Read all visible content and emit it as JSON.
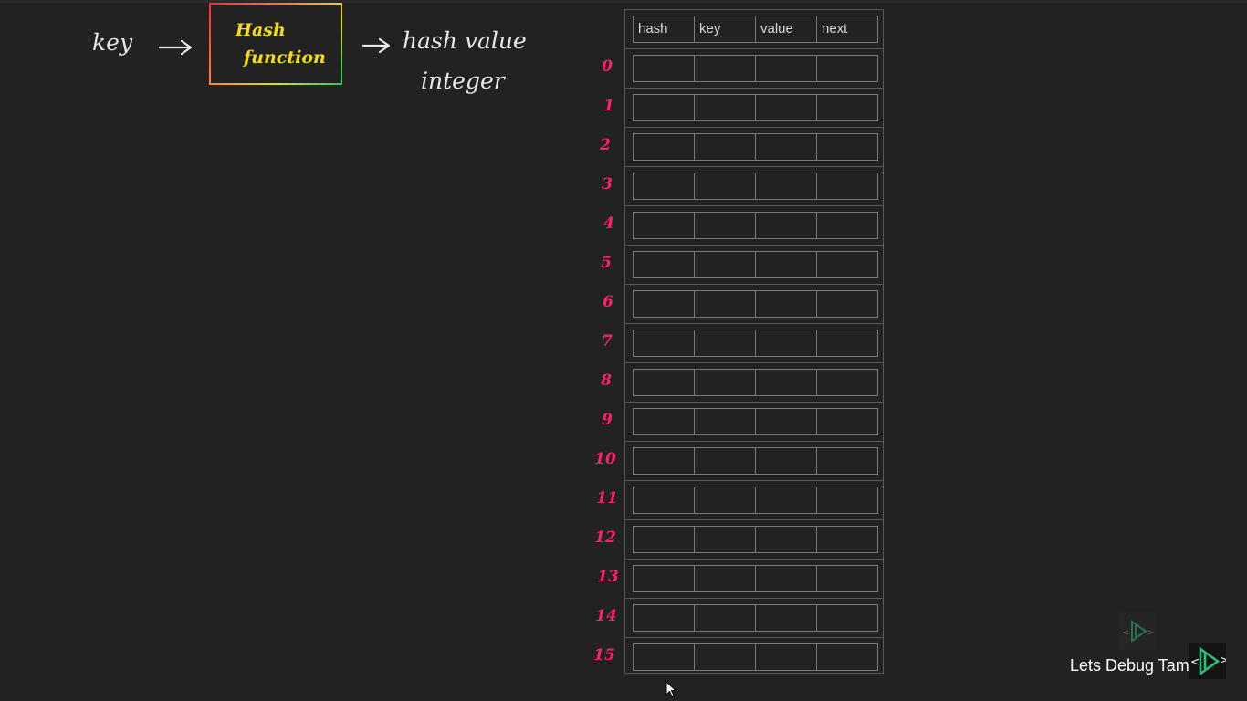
{
  "diagram": {
    "input_label": "key",
    "function_box": {
      "line1": "Hash",
      "line2": "function"
    },
    "output_line1": "hash value",
    "output_line2": "integer"
  },
  "table": {
    "columns": [
      "hash",
      "key",
      "value",
      "next"
    ],
    "indices": [
      "0",
      "1",
      "2",
      "3",
      "4",
      "5",
      "6",
      "7",
      "8",
      "9",
      "10",
      "11",
      "12",
      "13",
      "14",
      "15"
    ]
  },
  "watermark": {
    "text": "Lets Debug Tamil"
  },
  "colors": {
    "background": "#222222",
    "chalk_white": "#e8e8e8",
    "index_pink": "#ff1f6b",
    "function_yellow": "#f2dd14",
    "grid_line": "#7a7a7a",
    "logo_green": "#2bbf7a"
  }
}
